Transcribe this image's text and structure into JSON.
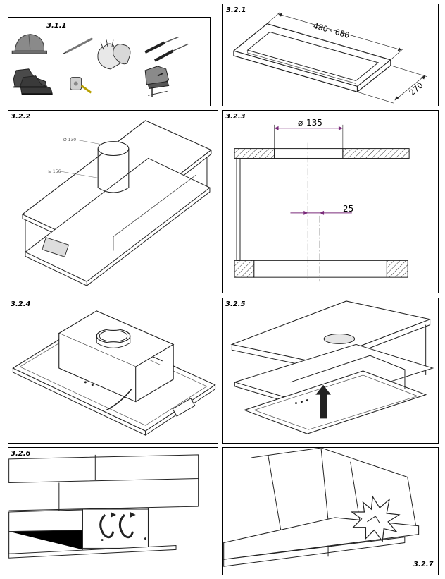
{
  "panels": {
    "p311": {
      "label": "3.1.1"
    },
    "p321": {
      "label": "3.2.1",
      "dim_length": "480 - 680",
      "dim_width": "270"
    },
    "p322": {
      "label": "3.2.2",
      "dim_small_a": "Ø 130",
      "dim_small_b": "≥ 156"
    },
    "p323": {
      "label": "3.2.3",
      "dim_diameter": "135",
      "dim_offset": "25"
    },
    "p324": {
      "label": "3.2.4"
    },
    "p325": {
      "label": "3.2.5"
    },
    "p326": {
      "label": "3.2.6"
    },
    "p327": {
      "label": "3.2.7"
    }
  }
}
